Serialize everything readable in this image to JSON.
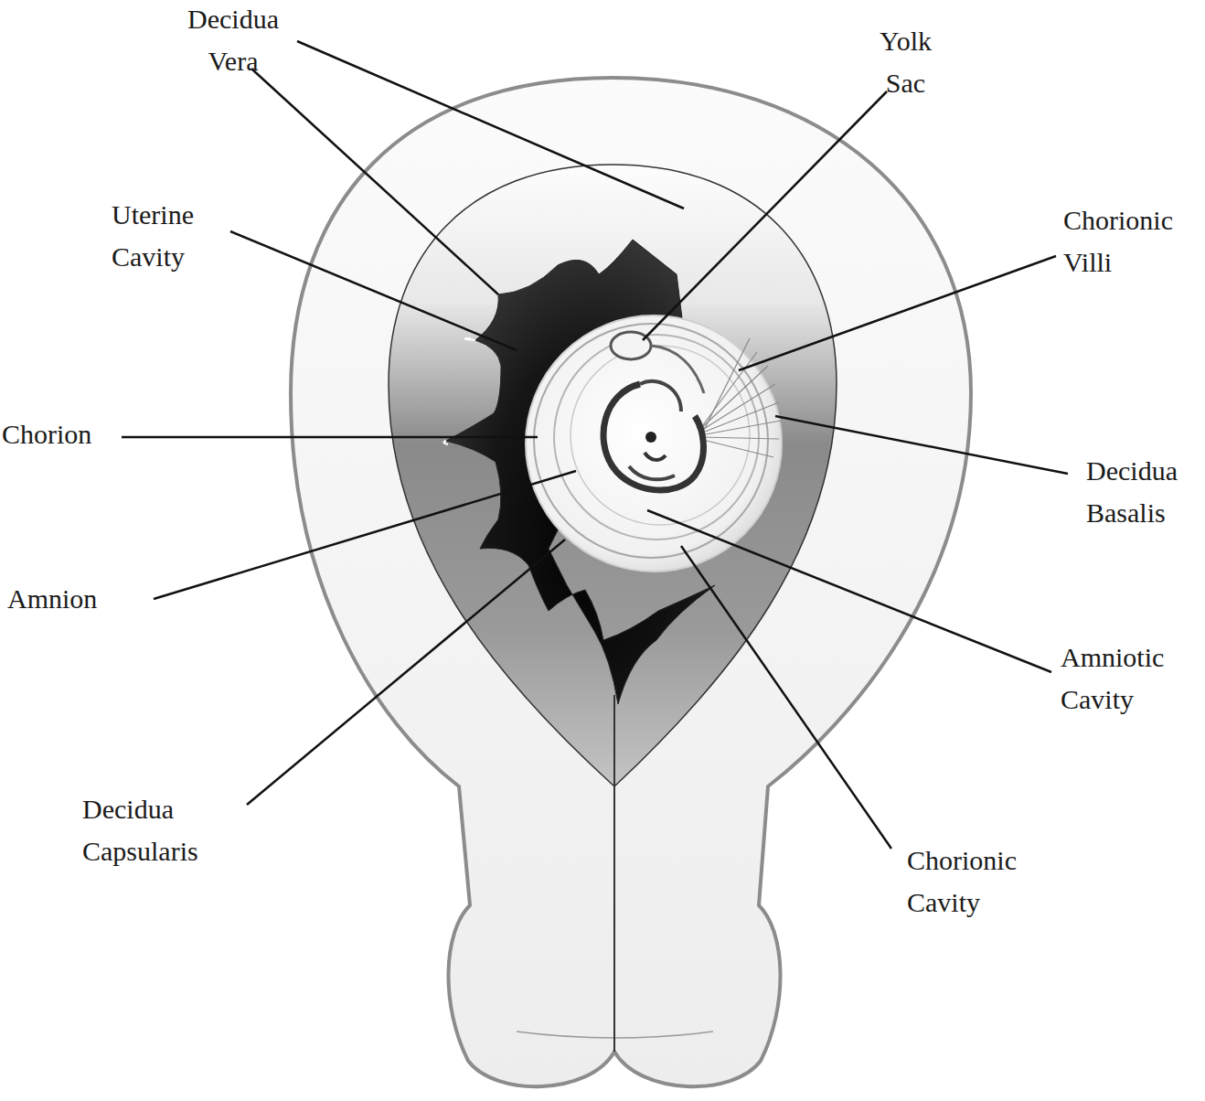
{
  "diagram": {
    "labels": [
      "Decidua Vera",
      "Yolk Sac",
      "Uterine Cavity",
      "Chorionic Villi",
      "Chorion",
      "Decidua Basalis",
      "Amnion",
      "Amniotic Cavity",
      "Decidua Capsularis",
      "Chorionic Cavity"
    ]
  }
}
